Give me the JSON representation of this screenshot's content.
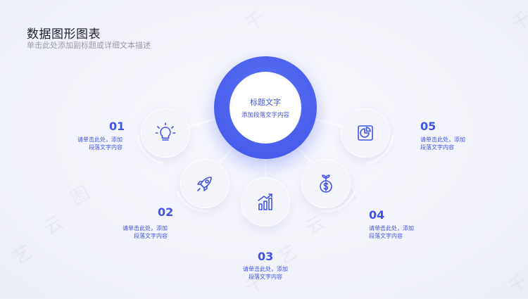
{
  "header": {
    "title": "数据图形图表",
    "subtitle": "单击此处添加副标题或详细文本描述"
  },
  "center": {
    "title": "标题文字",
    "desc": "添加段落文字内容"
  },
  "items": [
    {
      "num": "01",
      "line1": "请单击此处，添加",
      "line2": "段落文字内容",
      "icon": "lightbulb-icon"
    },
    {
      "num": "02",
      "line1": "请单击此处，添加",
      "line2": "段落文字内容",
      "icon": "rocket-icon"
    },
    {
      "num": "03",
      "line1": "请单击此处，添加",
      "line2": "段落文字内容",
      "icon": "bar-growth-icon"
    },
    {
      "num": "04",
      "line1": "请单击此处，添加",
      "line2": "段落文字内容",
      "icon": "money-plant-icon"
    },
    {
      "num": "05",
      "line1": "请单击此处，添加",
      "line2": "段落文字内容",
      "icon": "pie-chart-icon"
    }
  ],
  "colors": {
    "accent": "#4054e6",
    "ring": "#3f55e8"
  },
  "watermark": {
    "chars": [
      "千",
      "图",
      "云",
      "艺",
      "千",
      "图",
      "云",
      "艺",
      "千",
      "千"
    ]
  }
}
